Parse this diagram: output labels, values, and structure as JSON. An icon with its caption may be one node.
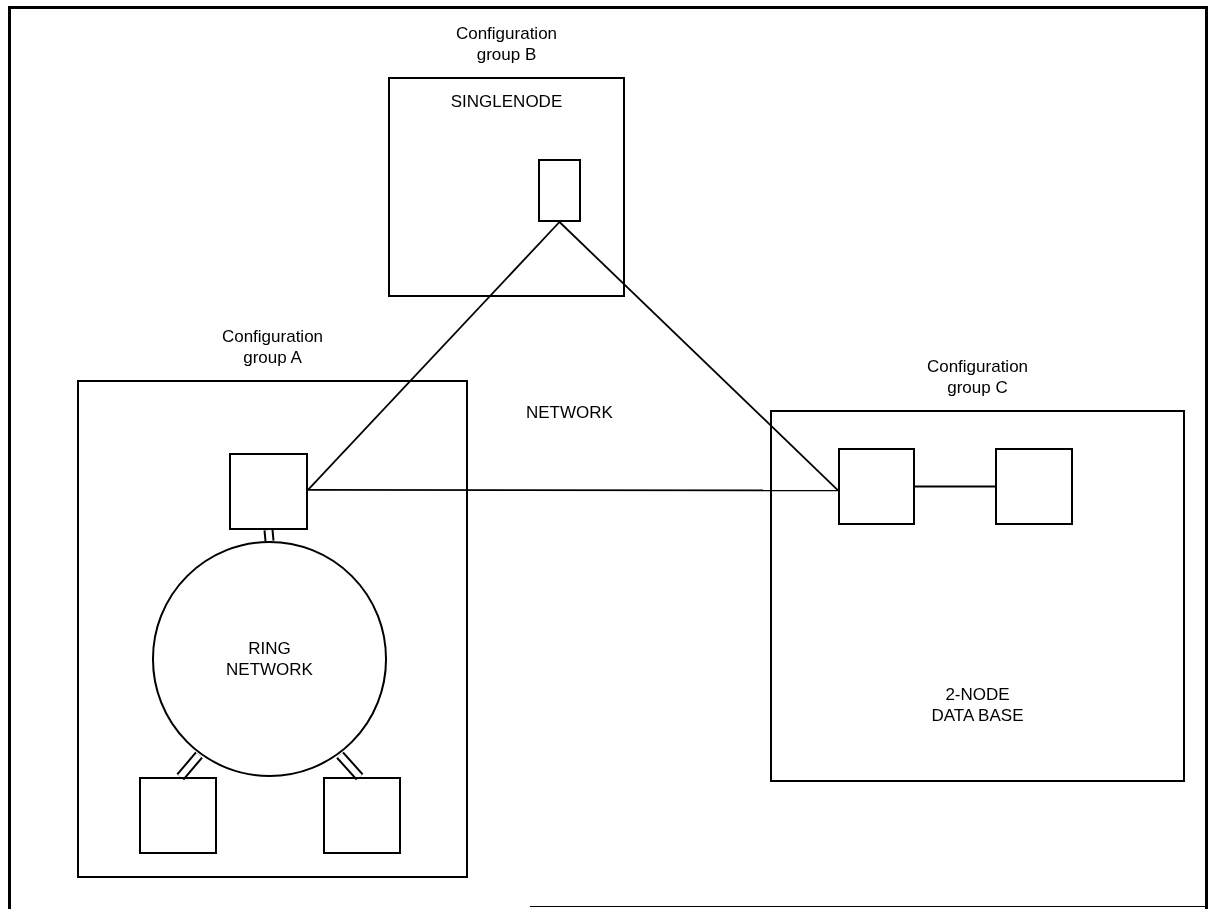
{
  "diagram": {
    "nodes": [
      {
        "text": [
          "Configuration group B",
          "SINGLENODE"
        ]
      },
      {
        "text": [],
        "shape": "box",
        "in": 0
      },
      {
        "text": [
          "Configuration group A"
        ]
      },
      {
        "text": [],
        "shape": "box",
        "in": 2
      },
      {
        "text": [
          "RING NETWORK"
        ],
        "in": 2
      },
      {
        "text": [],
        "shape": "box",
        "in": 2
      },
      {
        "text": [],
        "shape": "box",
        "in": 2
      },
      {
        "text": [
          "Configuration group C",
          "2-NODE DATA BASE"
        ]
      },
      {
        "text": [],
        "shape": "box",
        "in": 7
      },
      {
        "text": [],
        "shape": "box",
        "in": 7
      }
    ],
    "edges": [
      {
        "from": 1,
        "to": 3,
        "arrow": "none"
      },
      {
        "from": 1,
        "to": 8,
        "arrow": "none"
      },
      {
        "from": 3,
        "to": 8,
        "arrow": "none"
      },
      {
        "from": 8,
        "to": 9,
        "arrow": "none"
      },
      {
        "from": 3,
        "to": 4,
        "arrow": "none",
        "style": "thick"
      },
      {
        "from": 4,
        "to": 5,
        "arrow": "none",
        "style": "thick"
      },
      {
        "from": 4,
        "to": 6,
        "arrow": "none",
        "style": "thick"
      }
    ],
    "labels": [
      "NETWORK"
    ]
  }
}
